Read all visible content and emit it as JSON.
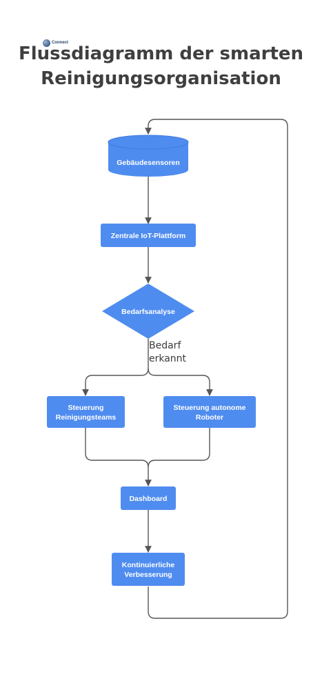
{
  "logo": {
    "text": "Connect",
    "icon": "logo-icon"
  },
  "title": {
    "line1": "Flussdiagramm der smarten",
    "line2": "Reinigungsorganisation"
  },
  "colors": {
    "node_fill": "#4f8cef",
    "node_fill_dark": "#3f7be0",
    "edge": "#555555",
    "title": "#3f3f3f"
  },
  "nodes": {
    "sensors": {
      "label": "Gebäudesensoren",
      "shape": "cylinder"
    },
    "platform": {
      "label": "Zentrale IoT-Plattform",
      "shape": "rect"
    },
    "analysis": {
      "label": "Bedarfsanalyse",
      "shape": "diamond"
    },
    "teams": {
      "line1": "Steuerung",
      "line2": "Reinigungsteams",
      "shape": "rect"
    },
    "robots": {
      "line1": "Steuerung autonome",
      "line2": "Roboter",
      "shape": "rect"
    },
    "dashboard": {
      "label": "Dashboard",
      "shape": "rect"
    },
    "improvement": {
      "line1": "Kontinuierliche",
      "line2": "Verbesserung",
      "shape": "rect"
    }
  },
  "edges": {
    "analysis_label_line1": "Bedarf",
    "analysis_label_line2": "erkannt"
  }
}
